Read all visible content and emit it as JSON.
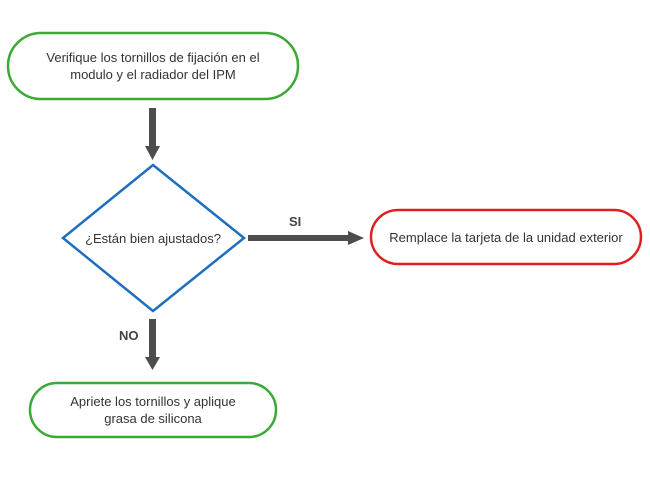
{
  "colors": {
    "start_border": "#3aaa35",
    "decision_border": "#1f6fc1",
    "alt_border": "#e02020",
    "arrow": "#4d4d4d",
    "text": "#333333"
  },
  "nodes": {
    "check": {
      "line1": "Verifique los tornillos de fijación en el",
      "line2": "modulo y el radiador del  IPM"
    },
    "decision": {
      "label": "¿Están bien ajustados?"
    },
    "yes_action": {
      "label": "Remplace la tarjeta de la unidad exterior"
    },
    "no_action": {
      "line1": "Apriete los tornillos y aplique",
      "line2": "grasa de silicona"
    }
  },
  "edges": {
    "yes_label": "SI",
    "no_label": "NO"
  }
}
